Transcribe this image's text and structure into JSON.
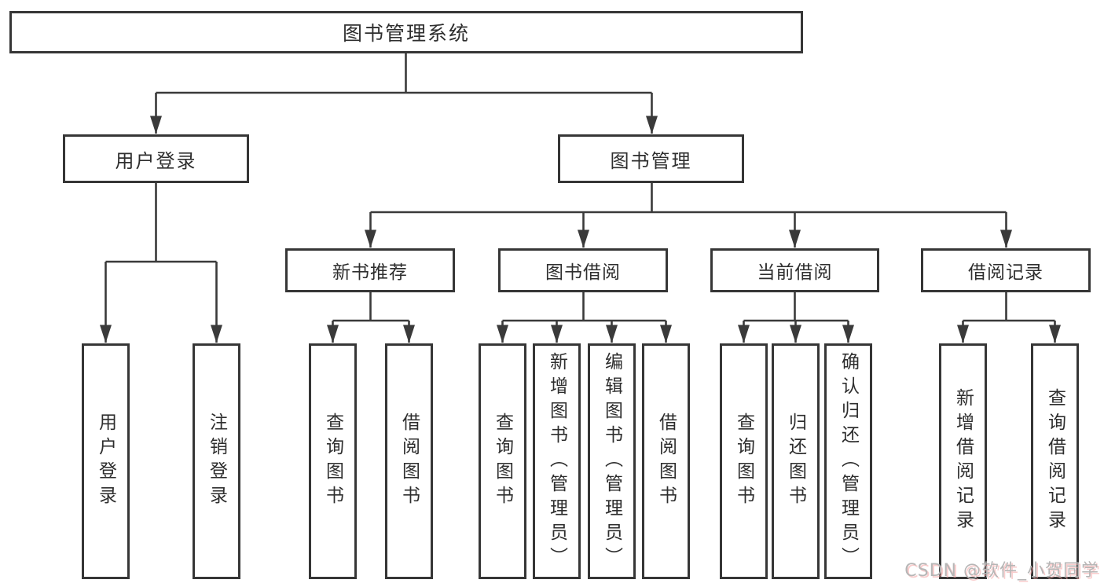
{
  "diagram": {
    "type": "tree",
    "root": {
      "label": "图书管理系统"
    },
    "branches": [
      {
        "label": "用户登录",
        "children": [
          {
            "label": "用户登录"
          },
          {
            "label": "注销登录"
          }
        ]
      },
      {
        "label": "图书管理",
        "children": [
          {
            "label": "新书推荐",
            "children": [
              {
                "label": "查询图书"
              },
              {
                "label": "借阅图书"
              }
            ]
          },
          {
            "label": "图书借阅",
            "children": [
              {
                "label": "查询图书"
              },
              {
                "label": "新增图书（管理员）"
              },
              {
                "label": "编辑图书（管理员）"
              },
              {
                "label": "借阅图书"
              }
            ]
          },
          {
            "label": "当前借阅",
            "children": [
              {
                "label": "查询图书"
              },
              {
                "label": "归还图书"
              },
              {
                "label": "确认归还（管理员）"
              }
            ]
          },
          {
            "label": "借阅记录",
            "children": [
              {
                "label": "新增借阅记录"
              },
              {
                "label": "查询借阅记录"
              }
            ]
          }
        ]
      }
    ]
  },
  "watermark": {
    "text": "CSDN @软件_小贺同学"
  },
  "colors": {
    "background": "#ffffff",
    "line": "#3a3a3a",
    "box_border": "#363636",
    "text": "#2e2e2e",
    "watermark_text": "#b6b6b6",
    "watermark_shadow": "#f4a4a4"
  }
}
